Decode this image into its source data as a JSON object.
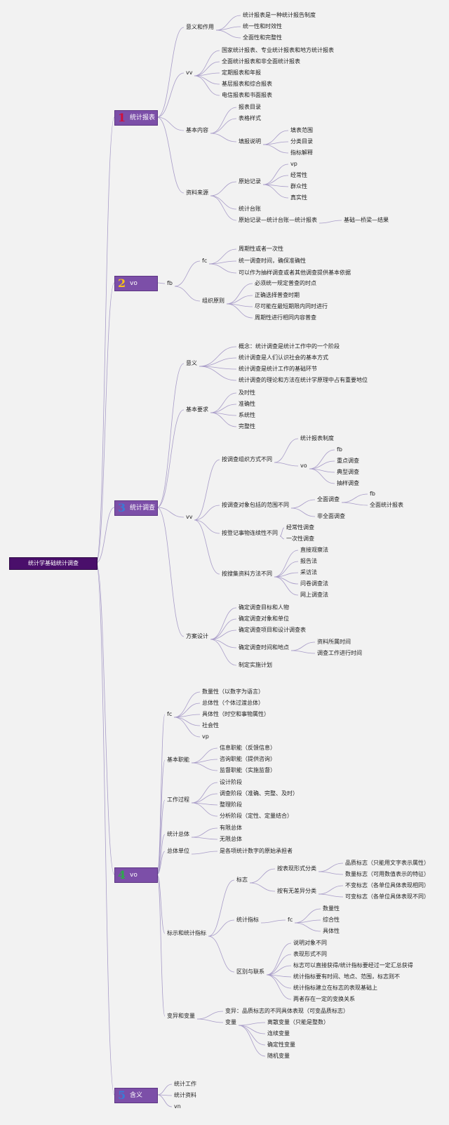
{
  "root": {
    "label": "统计学基础统计调查"
  },
  "cat1": {
    "num": "1",
    "label": "统计报表"
  },
  "cat2": {
    "num": "2",
    "label": "vo"
  },
  "cat3": {
    "num": "3",
    "label": "统计调查"
  },
  "cat4": {
    "num": "4",
    "label": "vo"
  },
  "cat5": {
    "num": "5",
    "label": "含义"
  },
  "n": {
    "a_yy": "意义和作用",
    "a_yy1": "统计报表是一种统计报告制度",
    "a_yy2": "统一性和时效性",
    "a_yy3": "全面性和完整性",
    "a_vv": "vv",
    "a_vv1": "国家统计报表、专业统计报表和地方统计报表",
    "a_vv2": "全面统计报表和非全面统计报表",
    "a_vv3": "定期报表和年报",
    "a_vv4": "基层报表和综合报表",
    "a_vv5": "电信报表和书面报表",
    "a_jb": "基本内容",
    "a_jb1": "报表目录",
    "a_jb2": "表格样式",
    "a_jb3": "填报说明",
    "a_jb31": "填表范围",
    "a_jb32": "分类目录",
    "a_jb33": "指标解释",
    "a_zl": "资料来源",
    "a_zl1": "原始记录",
    "a_zl11": "vp",
    "a_zl12": "经常性",
    "a_zl13": "群众性",
    "a_zl14": "真实性",
    "a_zl2": "统计台账",
    "a_zl3": "原始记录—统计台账—统计报表",
    "a_zl3b": "基础—桥梁—结果",
    "b_fb": "fb",
    "b_fc": "fc",
    "b_fc1": "周期性或者一次性",
    "b_fc2": "统一调查时间，确保准确性",
    "b_fc3": "可以作为抽样调查或者其他调查提供基本依据",
    "b_zz": "组织原则",
    "b_zz1": "必须统一规定普查的时点",
    "b_zz2": "正确选择普查时期",
    "b_zz3": "尽可能在最短期限内同时进行",
    "b_zz4": "周期性进行相同内容普查",
    "c_yy": "意义",
    "c_yy1": "概念：统计调查是统计工作中的一个阶段",
    "c_yy2": "统计调查是人们认识社会的基本方式",
    "c_yy3": "统计调查是统计工作的基础环节",
    "c_yy4": "统计调查的理论和方法在统计学原理中占有重要地位",
    "c_yq": "基本要求",
    "c_yq1": "及时性",
    "c_yq2": "准确性",
    "c_yq3": "系统性",
    "c_yq4": "完整性",
    "c_vv": "vv",
    "c_o": "按调查组织方式不同",
    "c_o1": "统计报表制度",
    "c_o2": "vo",
    "c_o21": "fb",
    "c_o22": "重点调查",
    "c_o23": "典型调查",
    "c_o24": "抽样调查",
    "c_r": "按调查对象包括的范围不同",
    "c_r1": "全面调查",
    "c_r11": "fb",
    "c_r12": "全面统计报表",
    "c_r2": "非全面调查",
    "c_c": "按登记事物连续性不同",
    "c_c1": "经常性调查",
    "c_c2": "一次性调查",
    "c_m": "按搜集资料方法不同",
    "c_m1": "直接观察法",
    "c_m2": "报告法",
    "c_m3": "采访法",
    "c_m4": "问卷调查法",
    "c_m5": "网上调查法",
    "c_fa": "方案设计",
    "c_fa1": "确定调查目标和人物",
    "c_fa2": "确定调查对象和单位",
    "c_fa3": "确定调查项目和设计调查表",
    "c_fa4": "确定调查时间和地点",
    "c_fa41": "资料所属时间",
    "c_fa42": "调查工作进行时间",
    "c_fa5": "制定实施计划",
    "d_fc": "fc",
    "d_fc1": "数量性（以数字为语言）",
    "d_fc2": "总体性（个体过渡总体）",
    "d_fc3": "具体性（时空和事物属性）",
    "d_fc4": "社会性",
    "d_fc5": "vp",
    "d_jn": "基本职能",
    "d_jn1": "信息职能（反馈信息）",
    "d_jn2": "咨询职能（提供咨询）",
    "d_jn3": "监督职能（实施监督）",
    "d_gz": "工作过程",
    "d_gz1": "设计阶段",
    "d_gz2": "调查阶段（准确、完整、及时）",
    "d_gz3": "整理阶段",
    "d_gz4": "分析阶段（定性、定量结合）",
    "d_zt": "统计总体",
    "d_zt1": "有限总体",
    "d_zt2": "无限总体",
    "d_dw": "总体单位",
    "d_dw1": "是各项统计数字的原始承担者",
    "d_bs": "标示和统计指标",
    "d_bz": "标志",
    "d_bz1": "按表现形式分类",
    "d_bz11": "品质标志（只能用文字表示属性）",
    "d_bz12": "数量标志（可用数值表示的特征）",
    "d_bz2": "按有无差异分类",
    "d_bz21": "不变标志（各单位具体表现相同）",
    "d_bz22": "可变标志（各单位具体表现不同）",
    "d_zb": "统计指标",
    "d_zbfc": "fc",
    "d_zb1": "数量性",
    "d_zb2": "综合性",
    "d_zb3": "具体性",
    "d_qb": "区别与联系",
    "d_qb1": "说明对象不同",
    "d_qb2": "表现形式不同",
    "d_qb3": "标志可以直接获得/统计指标要经过一定汇总获得",
    "d_qb4": "统计指标要有时间、地点、范围，标志则不",
    "d_qb5": "统计指标建立在标志的表现基础上",
    "d_qb6": "两者存在一定的变换关系",
    "d_by": "变异和变量",
    "d_by1": "变异：品质标志的不同具体表现（可变品质标志）",
    "d_bl": "变量",
    "d_bl1": "离散变量（只能是整数）",
    "d_bl2": "连续变量",
    "d_bl3": "确定性变量",
    "d_bl4": "随机变量",
    "e_1": "统计工作",
    "e_2": "统计资料",
    "e_3": "vn"
  },
  "colors": {
    "line": "#a89cc8",
    "root_bg": "#4a0f6b",
    "cat_bg": "#7c4fa8",
    "num1": "#d0103a",
    "num2": "#f7c21a",
    "num3": "#3a7bd5",
    "num4": "#2ea84a",
    "num5": "#3a7bd5"
  }
}
